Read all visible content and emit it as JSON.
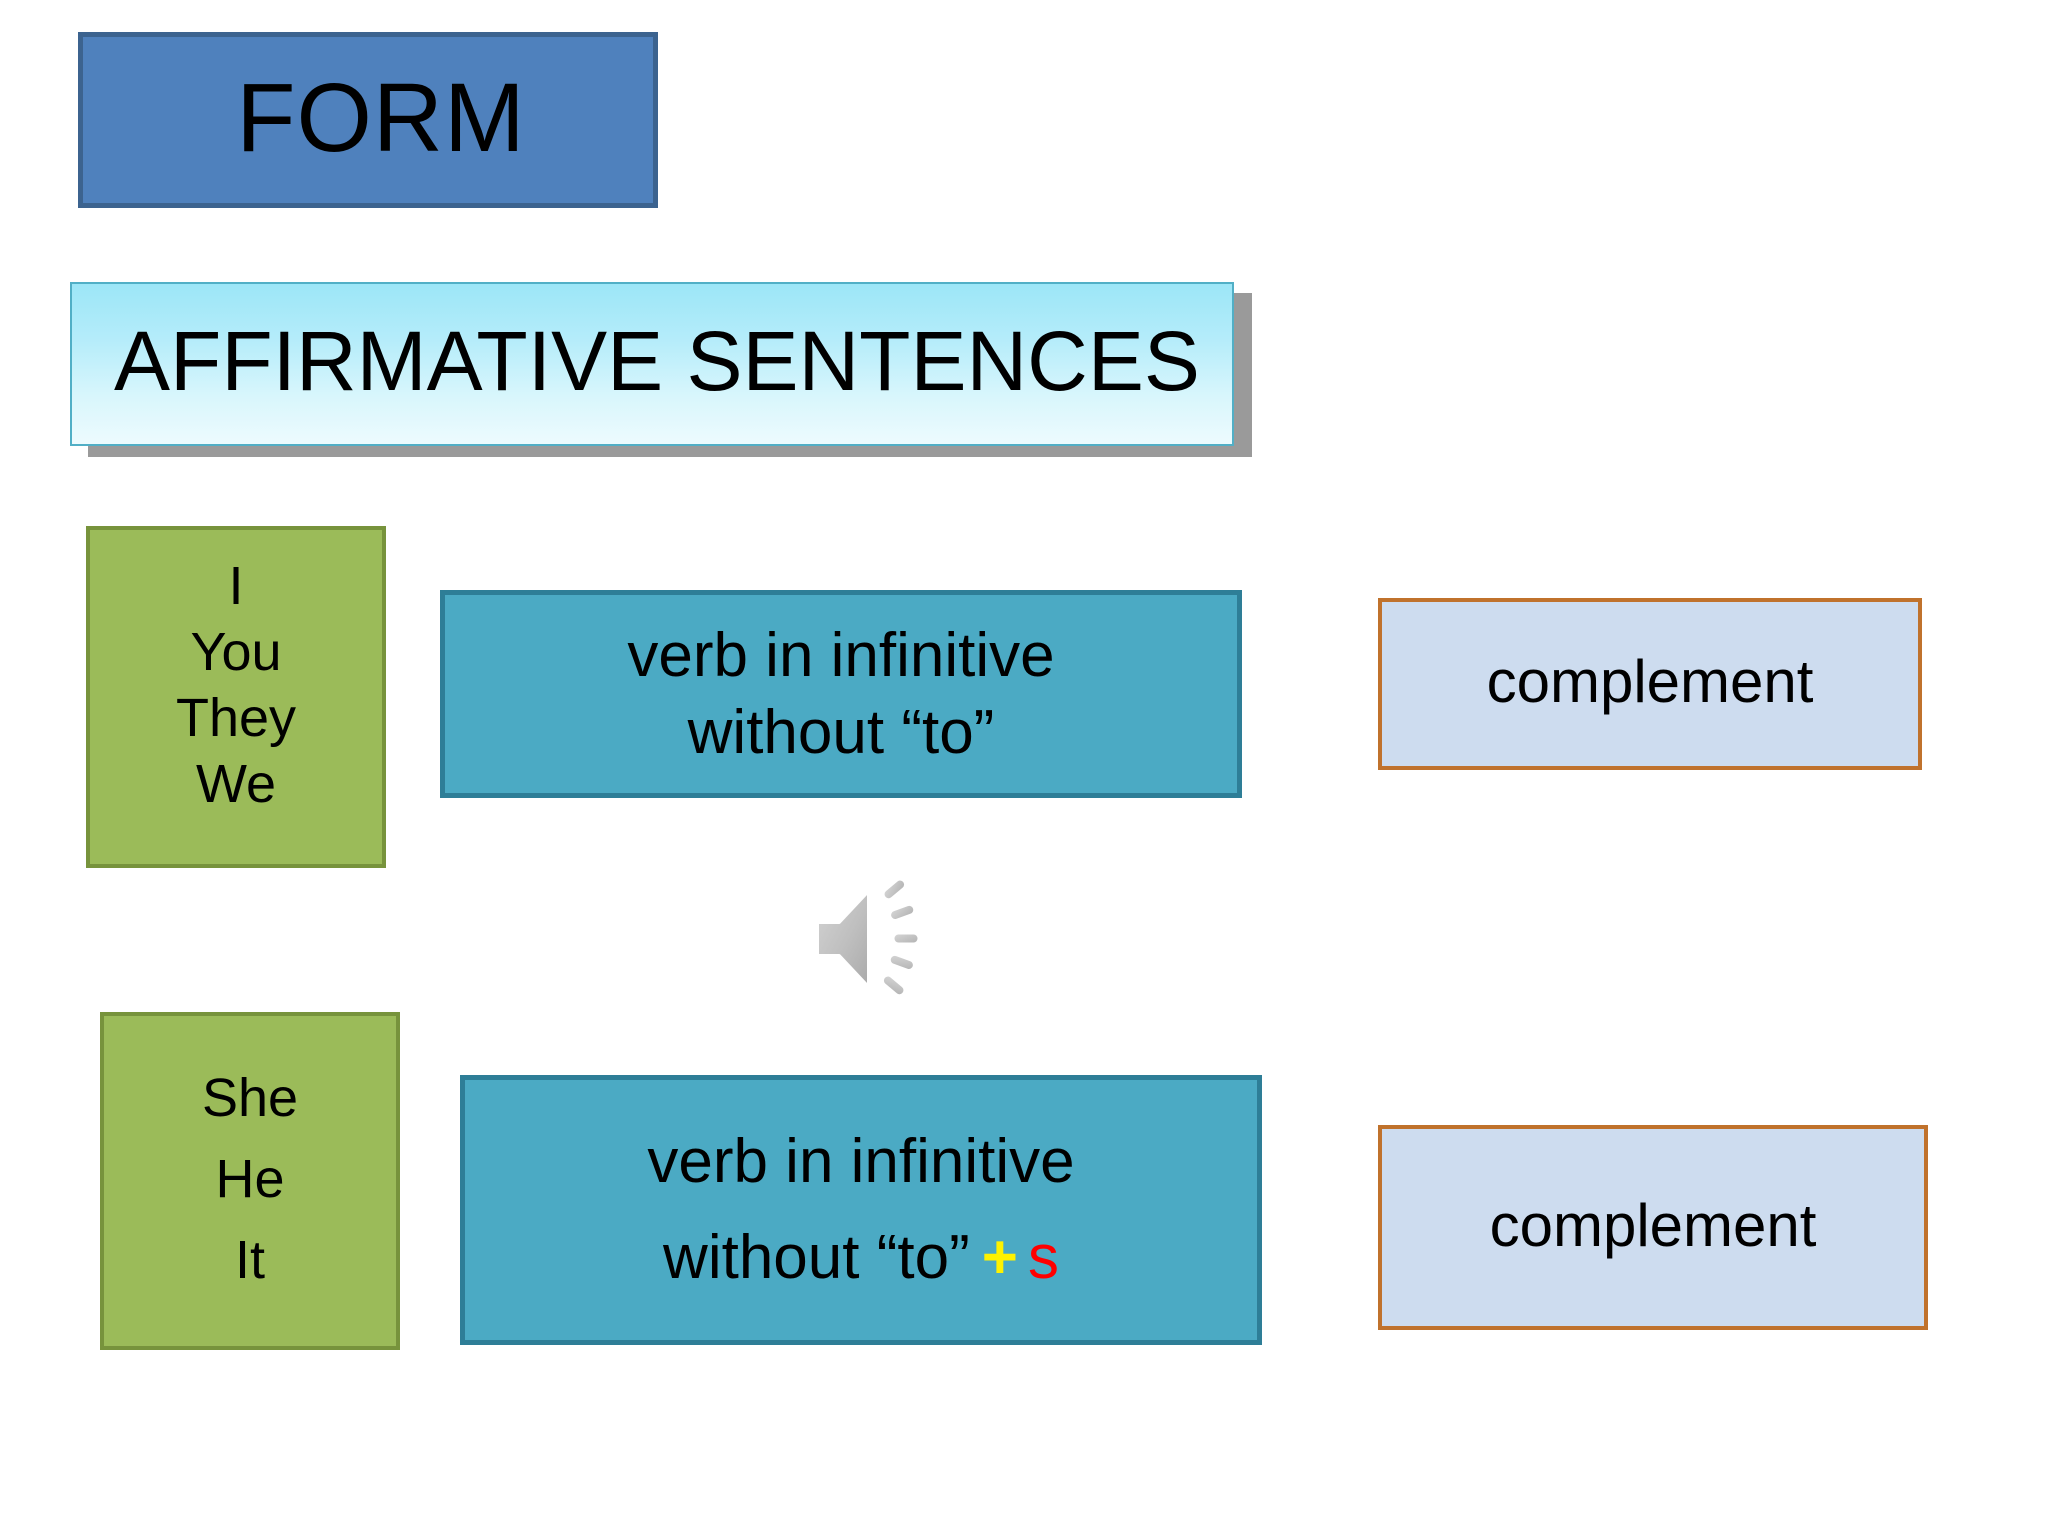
{
  "slide": {
    "background_color": "#FFFFFF",
    "title_box": {
      "label": "FORM",
      "fill_color": "#4F81BD",
      "border_color": "#3C638F"
    },
    "banner": {
      "label": "AFFIRMATIVE SENTENCES",
      "gradient_top": "#9CE6F7",
      "gradient_bottom": "#EDFBFE",
      "border_color": "#51AFC6",
      "shadow_color": "#9A9A9A"
    },
    "rows": [
      {
        "subject": {
          "lines": [
            "I",
            "You",
            "They",
            "We"
          ],
          "fill_color": "#9BBB59",
          "border_color": "#77933C"
        },
        "verb": {
          "line1": "verb in infinitive",
          "line2": "without “to”",
          "suffix_plus": "",
          "suffix_s": "",
          "fill_color": "#4BAAC4",
          "border_color": "#2E7E97"
        },
        "complement": {
          "label": "complement",
          "fill_color": "#CDDCEF",
          "border_color": "#C0722C"
        }
      },
      {
        "subject": {
          "lines": [
            "She",
            "He",
            "It"
          ],
          "fill_color": "#9BBB59",
          "border_color": "#77933C"
        },
        "verb": {
          "line1": "verb in infinitive",
          "line2": "without “to”",
          "suffix_plus": "+",
          "suffix_s": "s",
          "plus_color": "#FFF200",
          "s_color": "#FF0000",
          "fill_color": "#4BAAC4",
          "border_color": "#2E7E97"
        },
        "complement": {
          "label": "complement",
          "fill_color": "#CDDCEF",
          "border_color": "#C0722C"
        }
      }
    ],
    "media": {
      "audio_icon_name": "speaker-audio-icon",
      "audio_icon_color": "#BFBFBF"
    }
  }
}
